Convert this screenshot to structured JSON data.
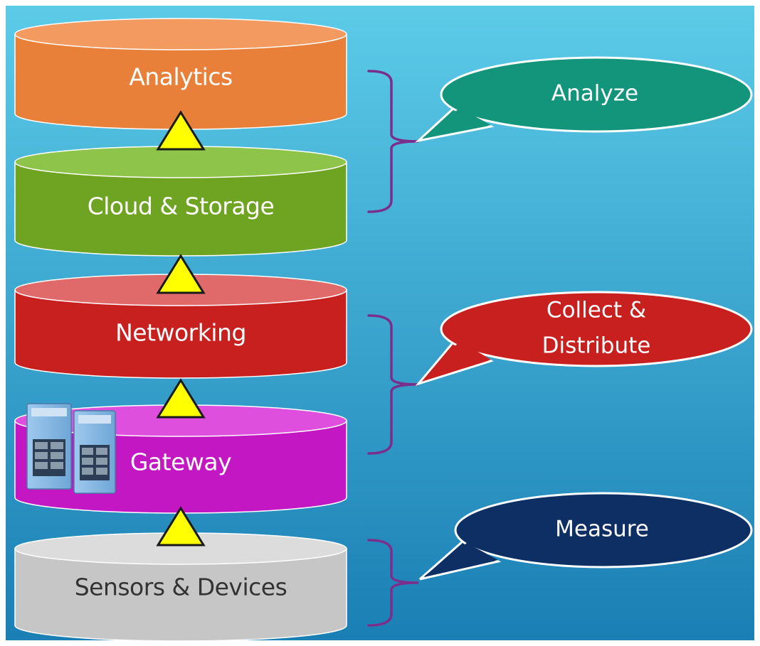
{
  "layers": [
    {
      "id": "analytics",
      "label": "Analytics",
      "color": "#e8803a",
      "top_color": "#f29a60",
      "text_color": "#ffffff"
    },
    {
      "id": "cloud",
      "label": "Cloud & Storage",
      "color": "#6fa322",
      "top_color": "#8fc44a",
      "text_color": "#ffffff"
    },
    {
      "id": "networking",
      "label": "Networking",
      "color": "#c8201f",
      "top_color": "#e06a6a",
      "text_color": "#ffffff"
    },
    {
      "id": "gateway",
      "label": "Gateway",
      "color": "#c317c3",
      "top_color": "#de4fde",
      "text_color": "#ffffff"
    },
    {
      "id": "sensors",
      "label": "Sensors & Devices",
      "color": "#c6c6c6",
      "top_color": "#dcdcdc",
      "text_color": "#333333"
    }
  ],
  "stages": [
    {
      "id": "analyze",
      "label_lines": [
        "Analyze"
      ],
      "color": "#13957c"
    },
    {
      "id": "collect",
      "label_lines": [
        "Collect &",
        "Distribute"
      ],
      "color": "#c8201f"
    },
    {
      "id": "measure",
      "label_lines": [
        "Measure"
      ],
      "color": "#0d2f63"
    }
  ],
  "colors": {
    "bg_top": "#5ccbe8",
    "bg_bottom": "#1a7fb4",
    "arrow_fill": "#ffff00",
    "brace": "#7b2f8c"
  }
}
